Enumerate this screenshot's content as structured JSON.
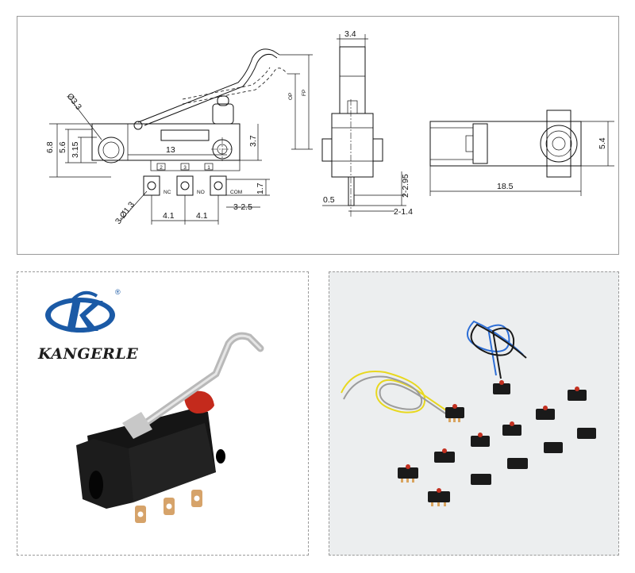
{
  "brand": {
    "name": "KANGERLE",
    "registered_mark": "®",
    "logo_color": "#1b5aa6"
  },
  "drawing": {
    "side_view": {
      "hole_dia": "Ø3.3",
      "height_total": "6.8",
      "height_mid": "5.6",
      "hole_offset": "3.15",
      "length": "13",
      "right_height": "3.7",
      "op_label": "OP",
      "fp_label": "FP",
      "terminal_numbers": [
        "2",
        "3",
        "1"
      ],
      "terminal_labels": [
        "NC",
        "NO",
        "COM"
      ],
      "terminal_hole": "3-Ø1.3",
      "pitch_left": "4.1",
      "pitch_right": "4.1",
      "terminal_width": "3-2.5",
      "terminal_height": "1.7"
    },
    "front_view": {
      "top_width": "3.4",
      "pin_length": "2-2.95",
      "pin_offset": "0.5",
      "pin_width": "2-1.4"
    },
    "end_view": {
      "width": "18.5",
      "height": "5.4"
    }
  }
}
